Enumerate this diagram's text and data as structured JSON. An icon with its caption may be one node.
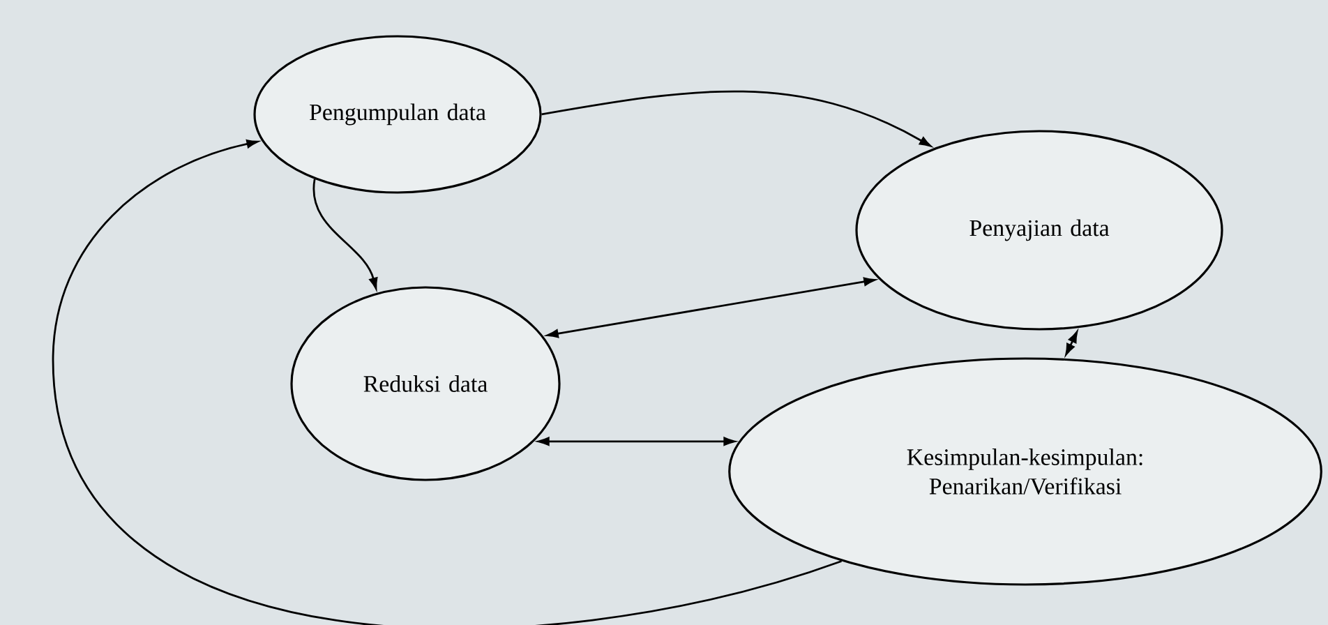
{
  "diagram": {
    "nodes": [
      {
        "text": [
          "Pengumpulan data"
        ]
      },
      {
        "text": [
          "Penyajian data"
        ]
      },
      {
        "text": [
          "Reduksi data"
        ]
      },
      {
        "text": [
          "Kesimpulan-kesimpulan: Penarikan/Verifikasi"
        ]
      }
    ],
    "edges": [
      {
        "from": 0,
        "to": 1,
        "arrow": "to"
      },
      {
        "from": 0,
        "to": 2,
        "arrow": "to"
      },
      {
        "from": 1,
        "to": 2,
        "arrow": "both"
      },
      {
        "from": 2,
        "to": 3,
        "arrow": "both"
      },
      {
        "from": 1,
        "to": 3,
        "arrow": "both"
      },
      {
        "from": 3,
        "to": 0,
        "arrow": "to"
      }
    ]
  }
}
